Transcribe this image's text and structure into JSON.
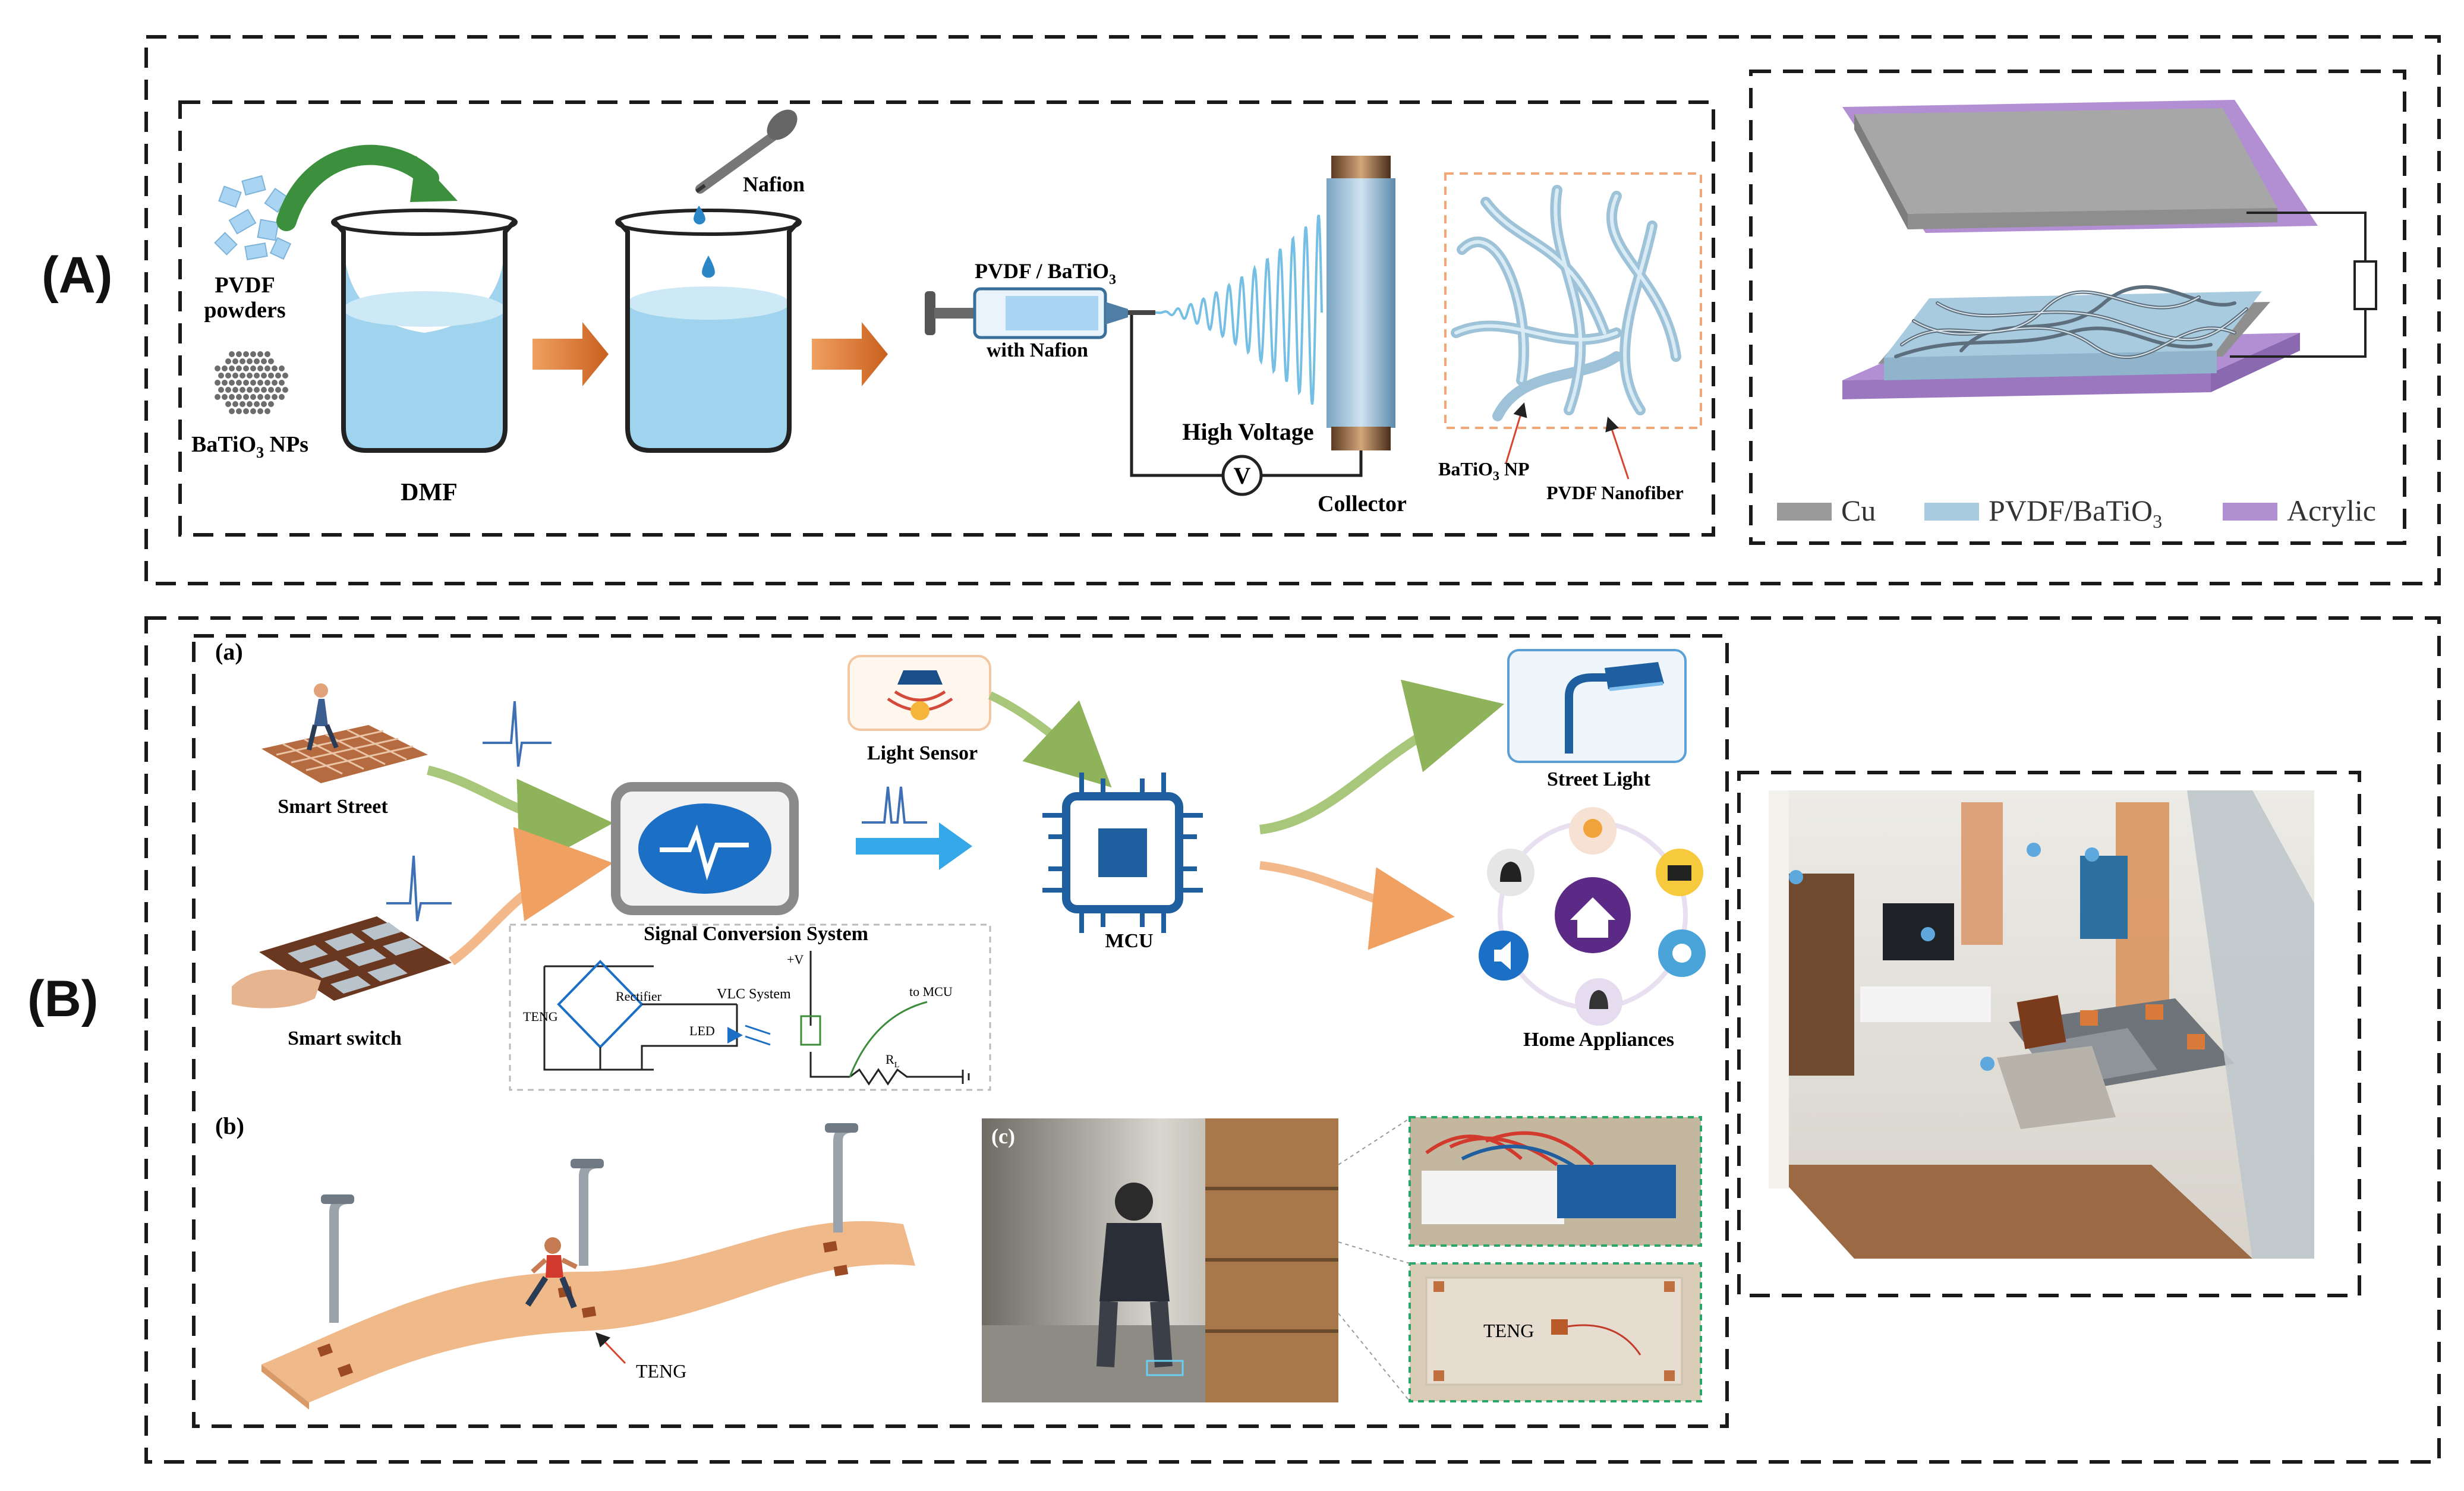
{
  "panel_labels": {
    "a": "(A)",
    "b": "(B)"
  },
  "fabrication": {
    "pvdf_powders": [
      "PVDF",
      "powders"
    ],
    "batio3_nps": [
      "BaTiO",
      "3",
      " NPs"
    ],
    "dmf": "DMF",
    "nafion": "Nafion",
    "syringe_label": [
      "PVDF / BaTiO",
      "3"
    ],
    "with_nafion": "with Nafion",
    "high_voltage": "High Voltage",
    "voltmeter": "V",
    "collector": "Collector",
    "batio3_np": [
      "BaTiO",
      "3",
      " NP"
    ],
    "pvdf_nanofiber": "PVDF Nanofiber"
  },
  "device_legend": {
    "cu": "Cu",
    "pvdf_batio3": [
      "PVDF/BaTiO",
      "3"
    ],
    "acrylic": "Acrylic"
  },
  "application": {
    "sub_a": "(a)",
    "sub_b": "(b)",
    "sub_c": "(c)",
    "smart_street": "Smart Street",
    "smart_switch": "Smart switch",
    "signal_conversion": "Signal Conversion System",
    "light_sensor": "Light Sensor",
    "mcu": "MCU",
    "street_light": "Street Light",
    "home_appliances": "Home Appliances",
    "circuit": {
      "teng": "TENG",
      "rectifier": "Rectifier",
      "led": "LED",
      "vlc_system": "VLC System",
      "plus_v": "+V",
      "to_mcu": "to MCU",
      "rl": [
        "R",
        "L"
      ]
    },
    "teng_road": "TENG",
    "teng_photo": "TENG"
  },
  "colors": {
    "dash": "#1a1a1a",
    "water": "#9fd3ee",
    "arrow_orange": "#e07b39",
    "cu_gray": "#9a9a9a",
    "pvdf_blue": "#a9cbe0",
    "acrylic_purple": "#b08fd0",
    "chip_blue": "#1f5f9f",
    "house_purple": "#5b2a86"
  }
}
